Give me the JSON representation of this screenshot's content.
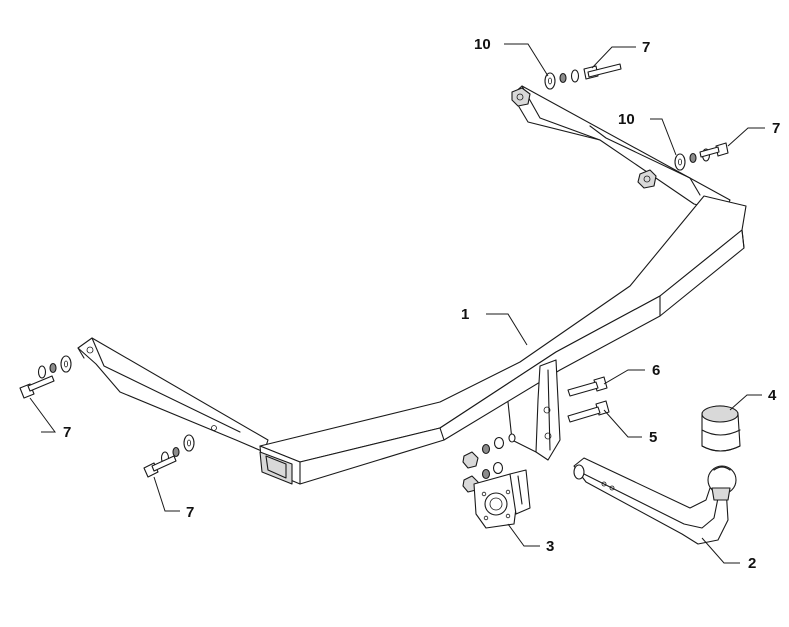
{
  "callouts": {
    "c1": "1",
    "c2": "2",
    "c3": "3",
    "c4": "4",
    "c5": "5",
    "c6": "6",
    "c7a": "7",
    "c7b": "7",
    "c7c": "7",
    "c7d": "7",
    "c10a": "10",
    "c10b": "10"
  }
}
